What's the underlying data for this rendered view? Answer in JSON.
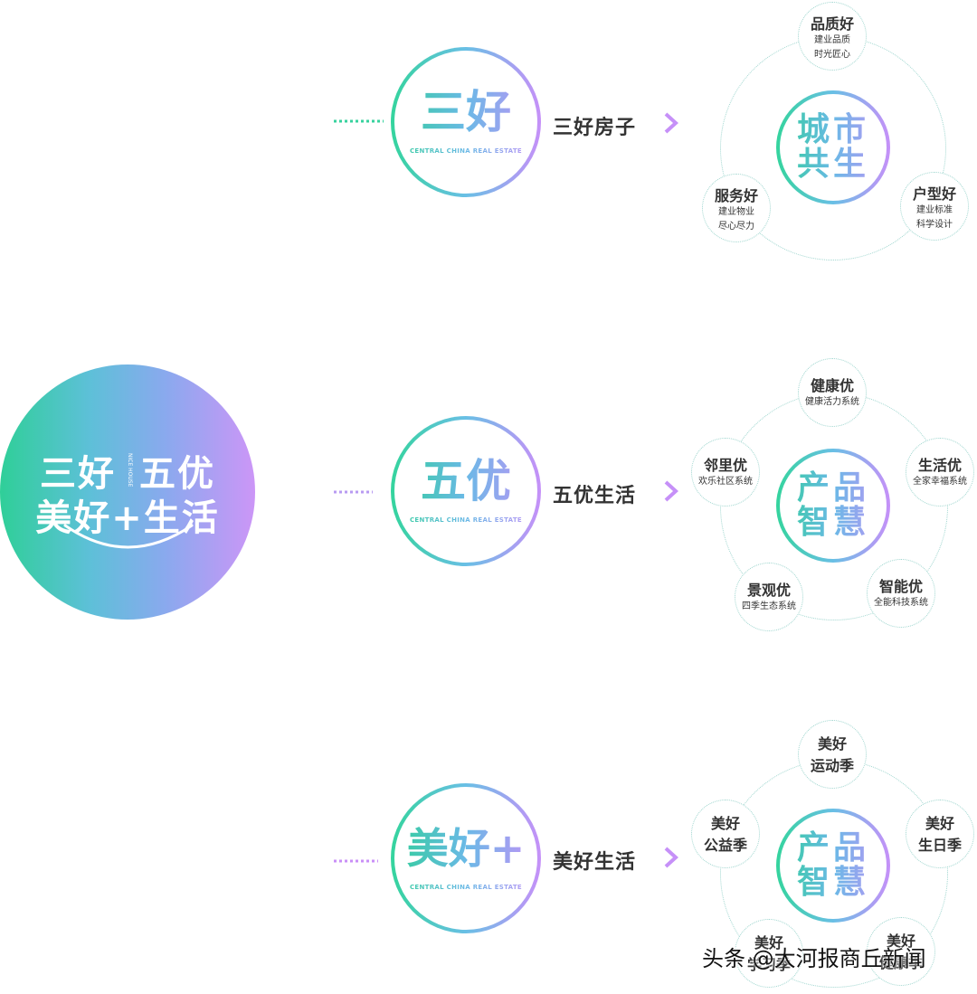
{
  "main": {
    "line1_left": "三好",
    "line1_right": "五优",
    "line2": "美好+生活",
    "nice_house": "NICE HOUSE"
  },
  "branches": [
    {
      "ring_title": "三好",
      "ring_sub": "CENTRAL CHINA REAL ESTATE",
      "label": "三好房子",
      "center_line1": "城市",
      "center_line2": "共生",
      "satellites": [
        {
          "title": "品质好",
          "lines": [
            "建业品质",
            "时光匠心"
          ]
        },
        {
          "title": "服务好",
          "lines": [
            "建业物业",
            "尽心尽力"
          ]
        },
        {
          "title": "户型好",
          "lines": [
            "建业标准",
            "科学设计"
          ]
        }
      ]
    },
    {
      "ring_title": "五优",
      "ring_sub": "CENTRAL CHINA REAL ESTATE",
      "label": "五优生活",
      "center_line1": "产品",
      "center_line2": "智慧",
      "satellites": [
        {
          "title": "健康优",
          "lines": [
            "健康活力系统"
          ]
        },
        {
          "title": "邻里优",
          "lines": [
            "欢乐社区系统"
          ]
        },
        {
          "title": "生活优",
          "lines": [
            "全家幸福系统"
          ]
        },
        {
          "title": "景观优",
          "lines": [
            "四季生态系统"
          ]
        },
        {
          "title": "智能优",
          "lines": [
            "全能科技系统"
          ]
        }
      ]
    },
    {
      "ring_title": "美好+",
      "ring_sub": "CENTRAL CHINA REAL ESTATE",
      "label": "美好生活",
      "center_line1": "产品",
      "center_line2": "智慧",
      "satellites": [
        {
          "title": "美好",
          "lines": [
            "运动季"
          ]
        },
        {
          "title": "美好",
          "lines": [
            "公益季"
          ]
        },
        {
          "title": "美好",
          "lines": [
            "生日季"
          ]
        },
        {
          "title": "美好",
          "lines": [
            "学习季"
          ]
        },
        {
          "title": "美好",
          "lines": [
            "健康季"
          ]
        }
      ]
    }
  ],
  "watermark": "头条 @大河报商丘新闻",
  "colors": {
    "green": "#2fcf98",
    "blue": "#69bfe5",
    "purple": "#c690f8",
    "text": "#333333"
  }
}
